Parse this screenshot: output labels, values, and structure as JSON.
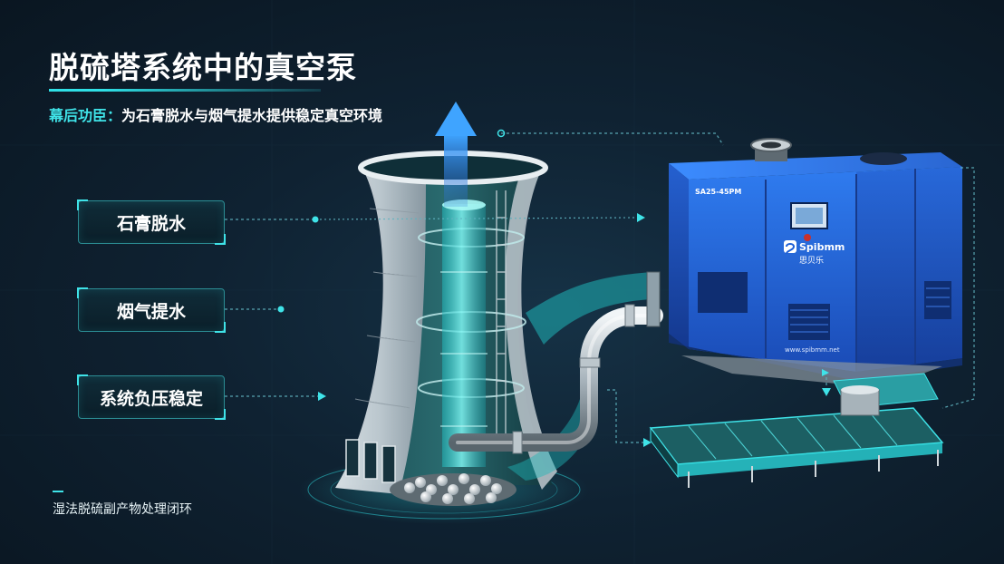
{
  "header": {
    "title": "脱硫塔系统中的真空泵",
    "subtitle_lead": "幕后功臣：",
    "subtitle_rest": "为石膏脱水与烟气提水提供稳定真空环境"
  },
  "labels": [
    {
      "text": "石膏脱水"
    },
    {
      "text": "烟气提水"
    },
    {
      "text": "系统负压稳定"
    }
  ],
  "pump": {
    "model": "SA25-45PM",
    "brand_en": "Spibmm",
    "brand_cn": "思贝乐",
    "website": "www.spibmm.net"
  },
  "footer": {
    "caption": "湿法脱硫副产物处理闭环"
  },
  "colors": {
    "accent": "#3fe3e8",
    "pump_blue": "#1e5fd6",
    "background": "#0f2232"
  }
}
